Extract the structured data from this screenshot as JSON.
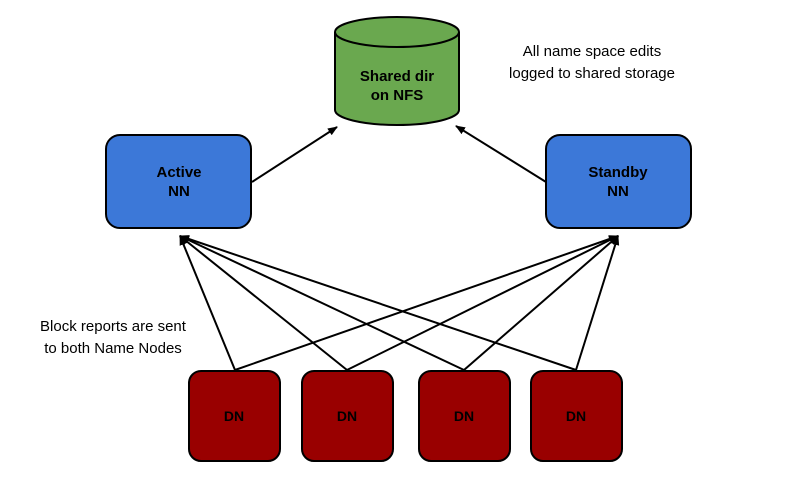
{
  "nodes": {
    "shared_storage": {
      "line1": "Shared dir",
      "line2": "on NFS",
      "color": "#6aa84f"
    },
    "active_nn": {
      "line1": "Active",
      "line2": "NN",
      "color": "#3c78d8"
    },
    "standby_nn": {
      "line1": "Standby",
      "line2": "NN",
      "color": "#3c78d8"
    },
    "datanodes": [
      {
        "label": "DN",
        "color": "#990000"
      },
      {
        "label": "DN",
        "color": "#990000"
      },
      {
        "label": "DN",
        "color": "#990000"
      },
      {
        "label": "DN",
        "color": "#990000"
      }
    ]
  },
  "annotations": {
    "shared_edits": {
      "line1": "All name space edits",
      "line2": "logged to shared storage"
    },
    "block_reports": {
      "line1": "Block reports are sent",
      "line2": "to both Name Nodes"
    }
  },
  "edges": [
    {
      "from": "active_nn",
      "to": "shared_storage"
    },
    {
      "from": "standby_nn",
      "to": "shared_storage"
    },
    {
      "from": "datanode_1",
      "to": "active_nn"
    },
    {
      "from": "datanode_1",
      "to": "standby_nn"
    },
    {
      "from": "datanode_2",
      "to": "active_nn"
    },
    {
      "from": "datanode_2",
      "to": "standby_nn"
    },
    {
      "from": "datanode_3",
      "to": "active_nn"
    },
    {
      "from": "datanode_3",
      "to": "standby_nn"
    },
    {
      "from": "datanode_4",
      "to": "active_nn"
    },
    {
      "from": "datanode_4",
      "to": "standby_nn"
    }
  ]
}
